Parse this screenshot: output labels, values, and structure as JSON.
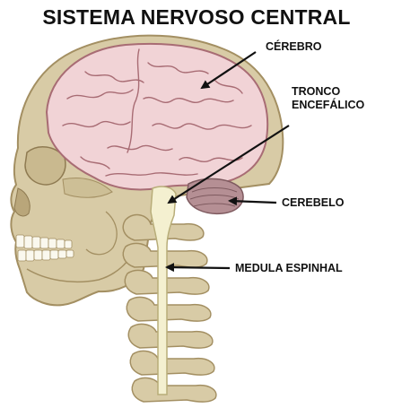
{
  "title": "SISTEMA NERVOSO CENTRAL",
  "labels": {
    "cerebro": "CÉREBRO",
    "tronco_line1": "TRONCO",
    "tronco_line2": "ENCEFÁLICO",
    "cerebelo": "CEREBELO",
    "medula": "MEDULA ESPINHAL"
  },
  "colors": {
    "bone": "#d8cba6",
    "bone_outline": "#a38f62",
    "brain": "#f1d3d6",
    "brain_fold": "#a86c74",
    "cerebellum": "#b58f94",
    "spinal_cord": "#f4f0d0",
    "arrow": "#111111"
  }
}
